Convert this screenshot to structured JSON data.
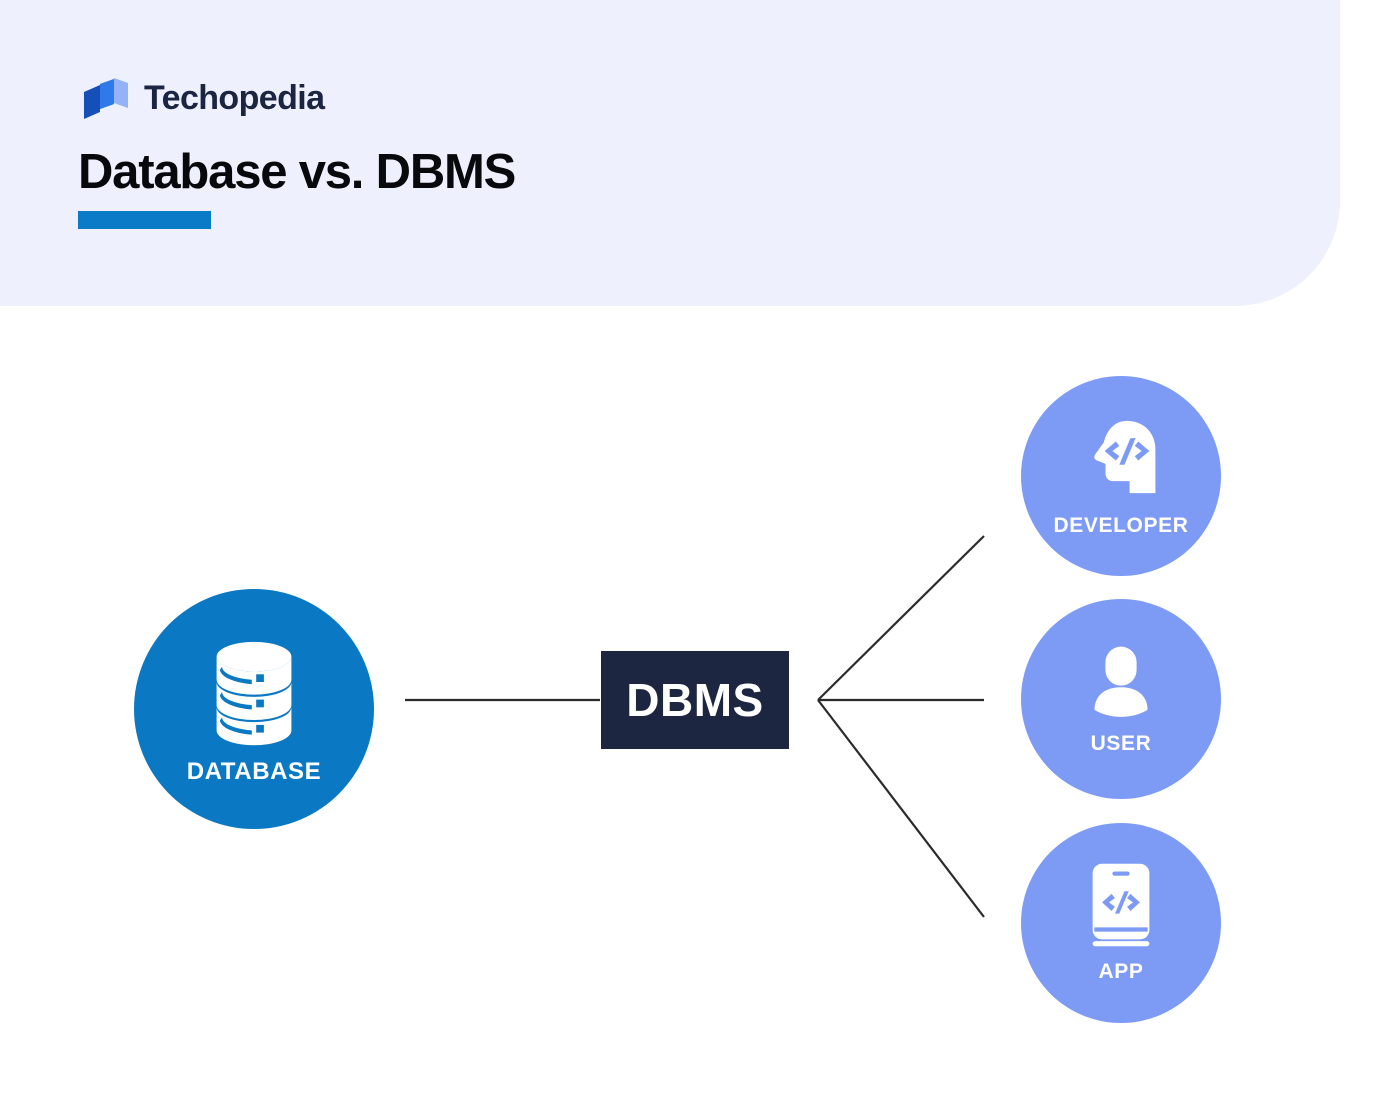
{
  "header": {
    "brand_name": "Techopedia",
    "logo_icon": "techopedia-cards-logo",
    "title": "Database vs. DBMS",
    "accent_color": "#0b7bc8",
    "background_color": "#eef0fd"
  },
  "diagram": {
    "type": "flow",
    "source": {
      "label": "DATABASE",
      "icon": "database-cylinder-icon",
      "color": "#0b78c4"
    },
    "middle": {
      "label": "DBMS",
      "color": "#1d2640"
    },
    "targets": [
      {
        "label": "DEVELOPER",
        "icon": "head-code-icon",
        "color": "#7d9bf5"
      },
      {
        "label": "USER",
        "icon": "person-icon",
        "color": "#7d9bf5"
      },
      {
        "label": "APP",
        "icon": "phone-code-icon",
        "color": "#7d9bf5"
      }
    ],
    "connector_color": "#2b2b2b"
  }
}
